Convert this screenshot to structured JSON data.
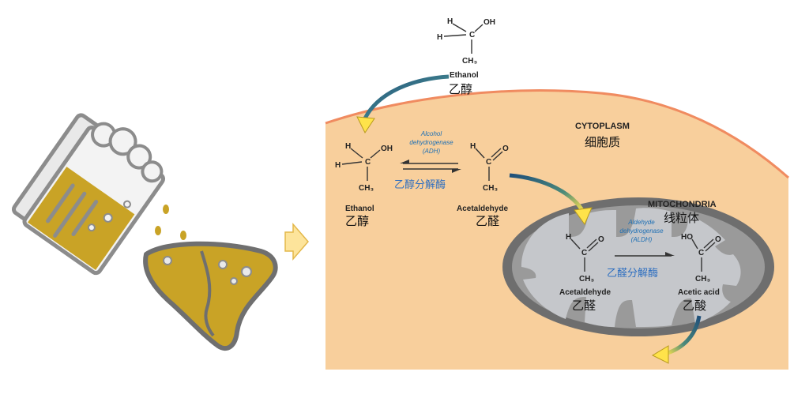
{
  "regions": {
    "cytoplasm": {
      "en": "CYTOPLASM",
      "zh": "细胞质"
    },
    "mitochondria": {
      "en": "MITOCHONDRIA",
      "zh": "线粒体"
    }
  },
  "molecules": {
    "ethanol_outside": {
      "en": "Ethanol",
      "zh": "乙醇"
    },
    "ethanol_cyto": {
      "en": "Ethanol",
      "zh": "乙醇"
    },
    "acetaldehyde_cyto": {
      "en": "Acetaldehyde",
      "zh": "乙醛"
    },
    "acetaldehyde_mito": {
      "en": "Acetaldehyde",
      "zh": "乙醛"
    },
    "acetic_acid": {
      "en": "Acetic acid",
      "zh": "乙酸"
    }
  },
  "enzymes": {
    "adh": {
      "line1": "Alcohol",
      "line2": "dehydrogenase",
      "line3": "(ADH)",
      "zh": "乙醇分解酶"
    },
    "aldh": {
      "line1": "Aldehyde",
      "line2": "dehydrogenase",
      "line3": "(ALDH)",
      "zh": "乙醛分解酶"
    }
  },
  "atoms": {
    "H": "H",
    "OH": "OH",
    "O": "O",
    "C": "C",
    "CH3": "CH₃",
    "HO": "HO"
  },
  "colors": {
    "cell": "#f8cf9c",
    "membrane": "#f08b60",
    "mito_outer": "#6e6e6e",
    "mito_inner": "#c5c7cb",
    "arrow_dark": "#1f4f7a",
    "arrow_light": "#ffe34a",
    "beer": "#c9a326",
    "liver": "#c9a326",
    "step_arrow": "#fde49b"
  }
}
